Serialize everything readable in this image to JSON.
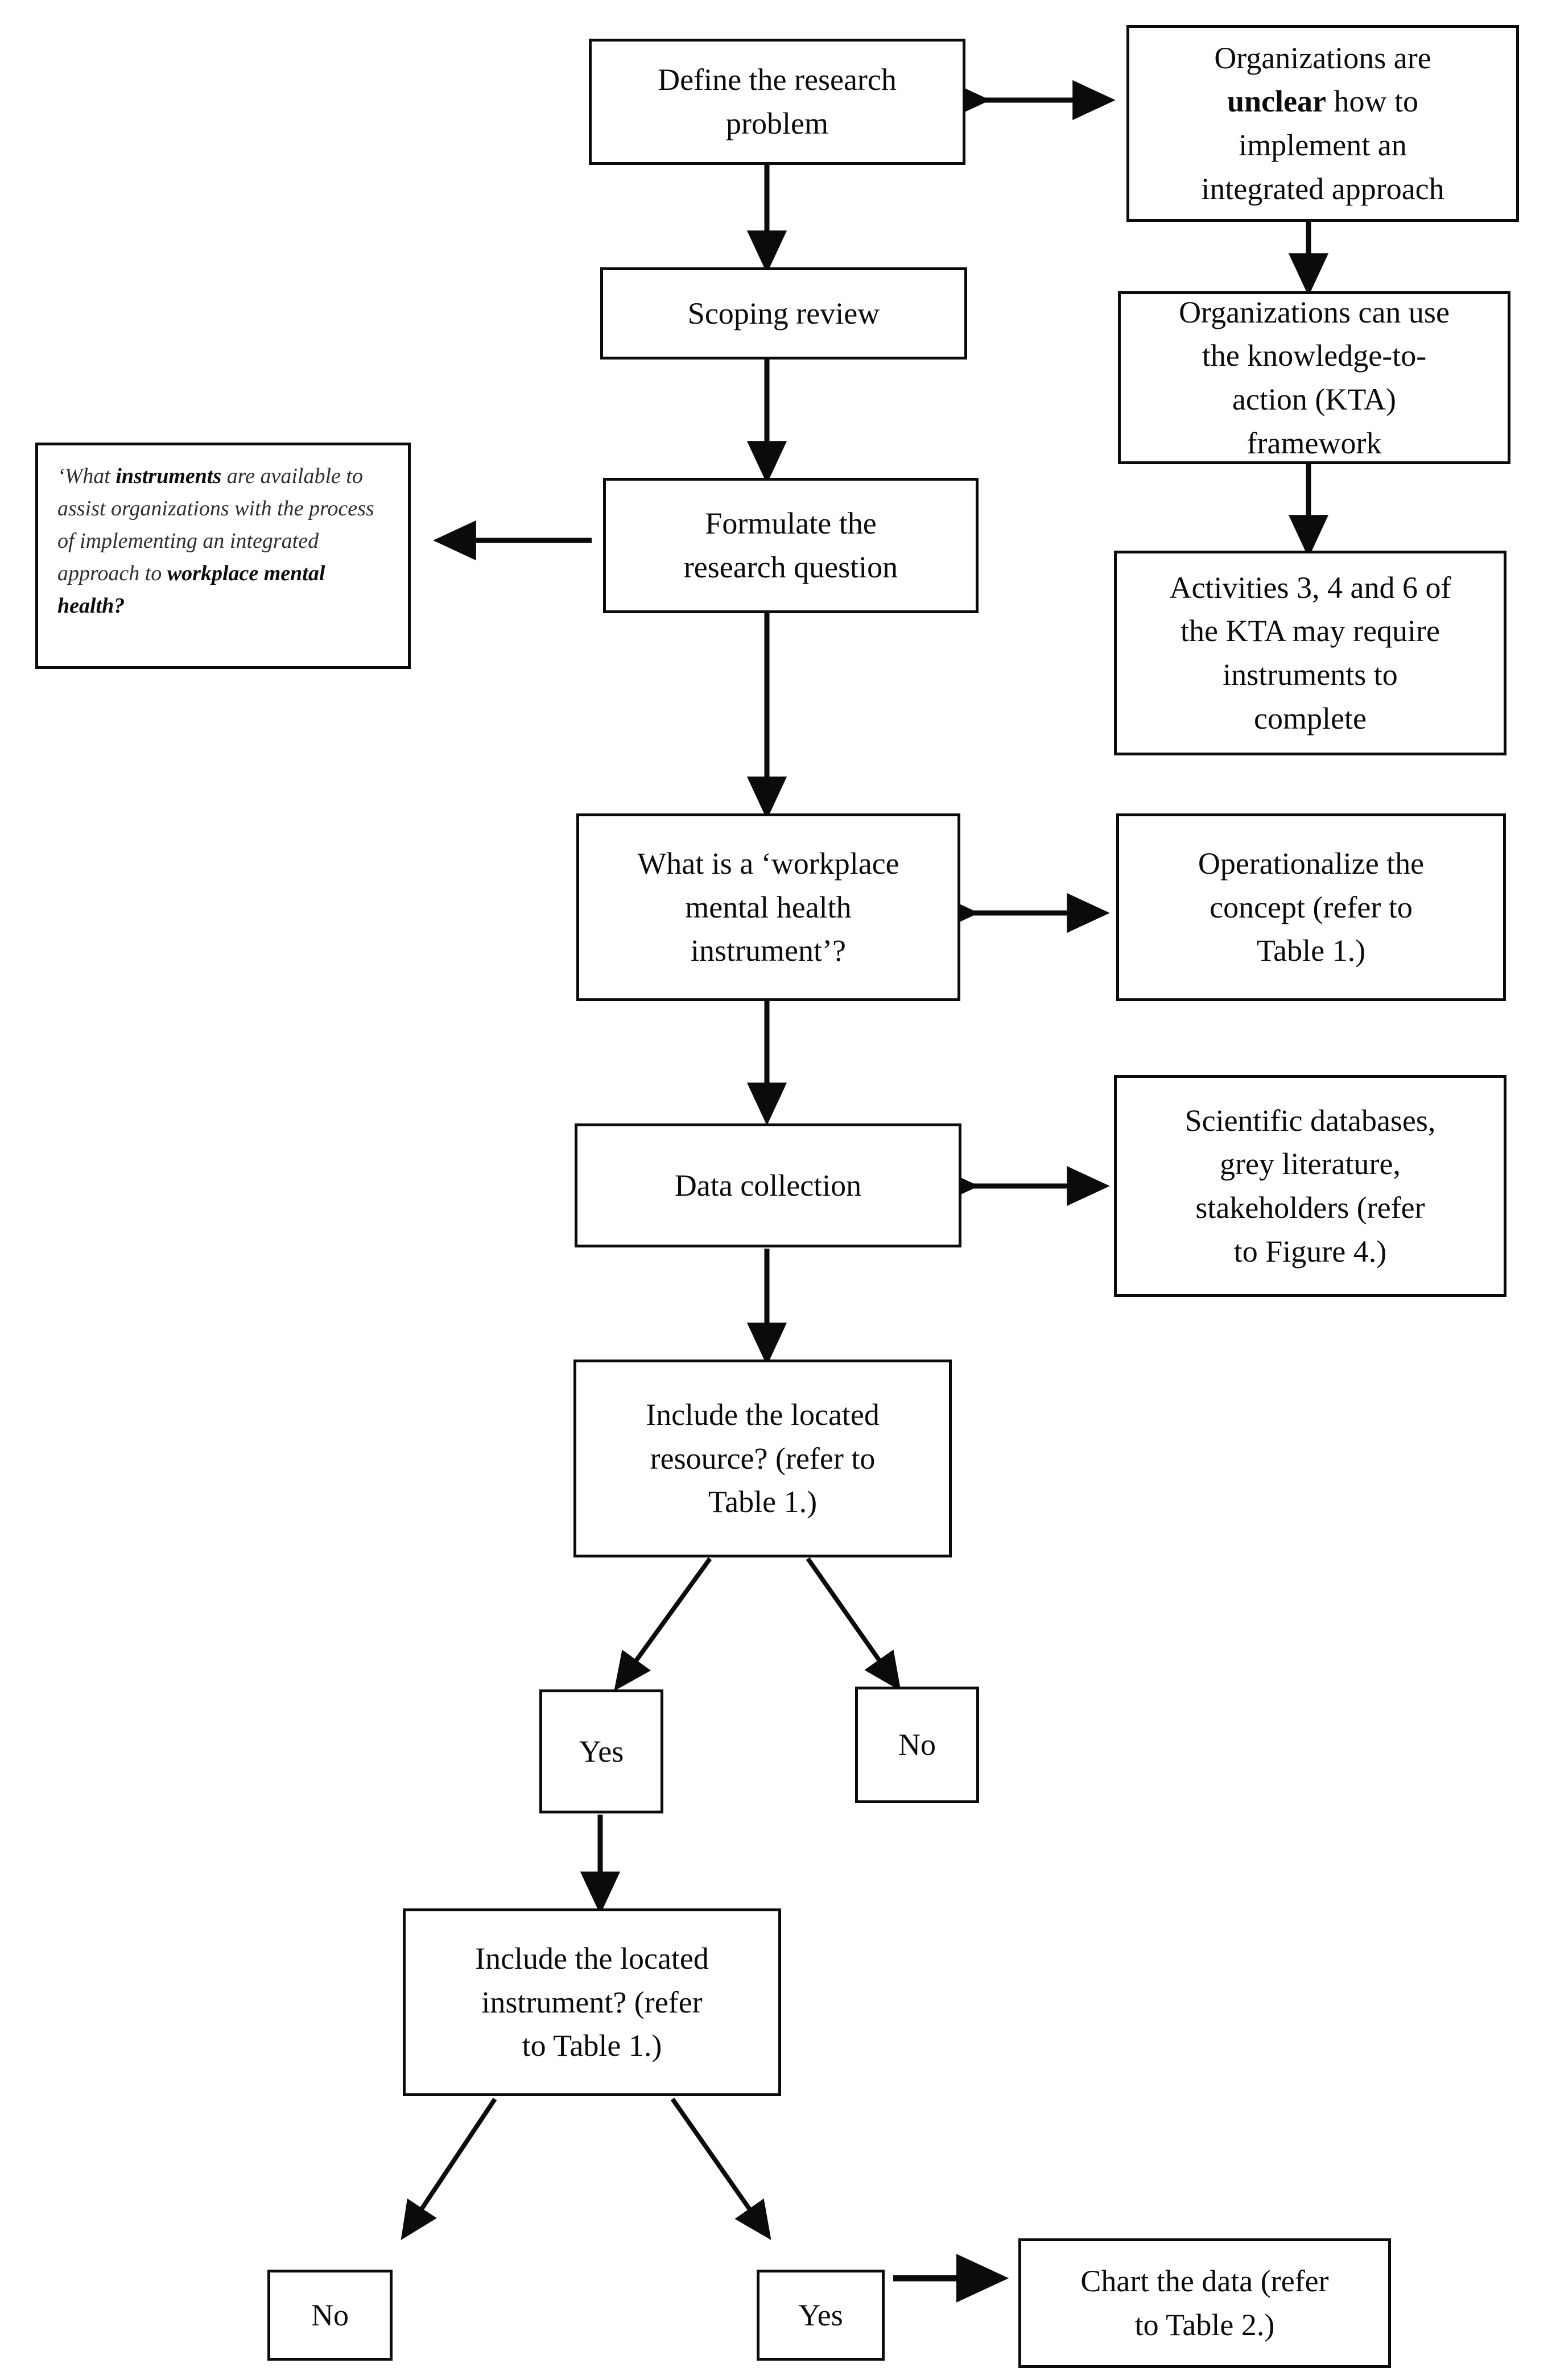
{
  "figure": {
    "type": "flowchart",
    "title": "Scoping review research process flowchart",
    "accent_color": "#0b0b0b",
    "background_color": "#ffffff"
  },
  "nodes": {
    "define_problem": {
      "label": "Define the research\nproblem"
    },
    "orgs_unclear": {
      "label_parts": {
        "pre": "Organizations are\n",
        "emphasis": "unclear",
        "post": " how to\nimplement an\nintegrated approach"
      },
      "label": "Organizations are unclear how to implement an integrated approach"
    },
    "scoping_review": {
      "label": "Scoping review"
    },
    "orgs_kta": {
      "label": "Organizations can use\nthe knowledge-to-\naction (KTA)\nframework"
    },
    "formulate_question": {
      "label": "Formulate the\nresearch question"
    },
    "kta_activities": {
      "label": "Activities 3, 4 and 6 of\nthe KTA may require\ninstruments to\ncomplete"
    },
    "research_question_note": {
      "parts": [
        {
          "text": "‘What ",
          "bold": false
        },
        {
          "text": "instruments",
          "bold": true
        },
        {
          "text": " are available to assist organizations with the process of implementing an integrated approach to ",
          "bold": false
        },
        {
          "text": "workplace mental health?",
          "bold": true
        }
      ],
      "label": "‘What instruments are available to assist organizations with the process of implementing an integrated approach to workplace mental health?"
    },
    "what_is_instrument": {
      "label": "What is a ‘workplace\nmental health\ninstrument’?"
    },
    "operationalize": {
      "label": "Operationalize the\nconcept (refer to\nTable 1.)"
    },
    "data_collection": {
      "label": "Data collection"
    },
    "sources": {
      "label": "Scientific databases,\ngrey literature,\nstakeholders (refer\nto Figure 4.)"
    },
    "include_resource": {
      "label": "Include the located\nresource? (refer to\nTable 1.)"
    },
    "resource_yes": {
      "label": "Yes"
    },
    "resource_no": {
      "label": "No"
    },
    "include_instrument": {
      "label": "Include the located\ninstrument? (refer\nto Table 1.)"
    },
    "instrument_no": {
      "label": "No"
    },
    "instrument_yes": {
      "label": "Yes"
    },
    "chart_data": {
      "label": "Chart the data (refer\nto Table 2.)"
    }
  },
  "connectors": [
    {
      "name": "define-problem-to-orgs-unclear",
      "kind": "double-arrow",
      "orientation": "horizontal"
    },
    {
      "name": "define-problem-to-scoping-review",
      "kind": "arrow",
      "orientation": "vertical"
    },
    {
      "name": "orgs-unclear-to-orgs-kta",
      "kind": "double-arrow",
      "orientation": "vertical"
    },
    {
      "name": "scoping-review-to-formulate-question",
      "kind": "arrow",
      "orientation": "vertical"
    },
    {
      "name": "orgs-kta-to-kta-activities",
      "kind": "double-arrow",
      "orientation": "vertical"
    },
    {
      "name": "formulate-question-to-note",
      "kind": "arrow",
      "orientation": "horizontal-left"
    },
    {
      "name": "formulate-question-to-what-is-instrument",
      "kind": "arrow",
      "orientation": "vertical"
    },
    {
      "name": "what-is-instrument-to-operationalize",
      "kind": "double-arrow",
      "orientation": "horizontal"
    },
    {
      "name": "what-is-instrument-to-data-collection",
      "kind": "arrow",
      "orientation": "vertical"
    },
    {
      "name": "data-collection-to-sources",
      "kind": "double-arrow",
      "orientation": "horizontal"
    },
    {
      "name": "data-collection-to-include-resource",
      "kind": "arrow",
      "orientation": "vertical"
    },
    {
      "name": "include-resource-to-yes",
      "kind": "arrow",
      "orientation": "diagonal-left"
    },
    {
      "name": "include-resource-to-no",
      "kind": "arrow",
      "orientation": "diagonal-right"
    },
    {
      "name": "resource-yes-to-include-instrument",
      "kind": "arrow",
      "orientation": "vertical"
    },
    {
      "name": "include-instrument-to-no",
      "kind": "arrow",
      "orientation": "diagonal-left"
    },
    {
      "name": "include-instrument-to-yes",
      "kind": "arrow",
      "orientation": "diagonal-right"
    },
    {
      "name": "instrument-yes-to-chart-data",
      "kind": "arrow",
      "orientation": "horizontal"
    }
  ]
}
